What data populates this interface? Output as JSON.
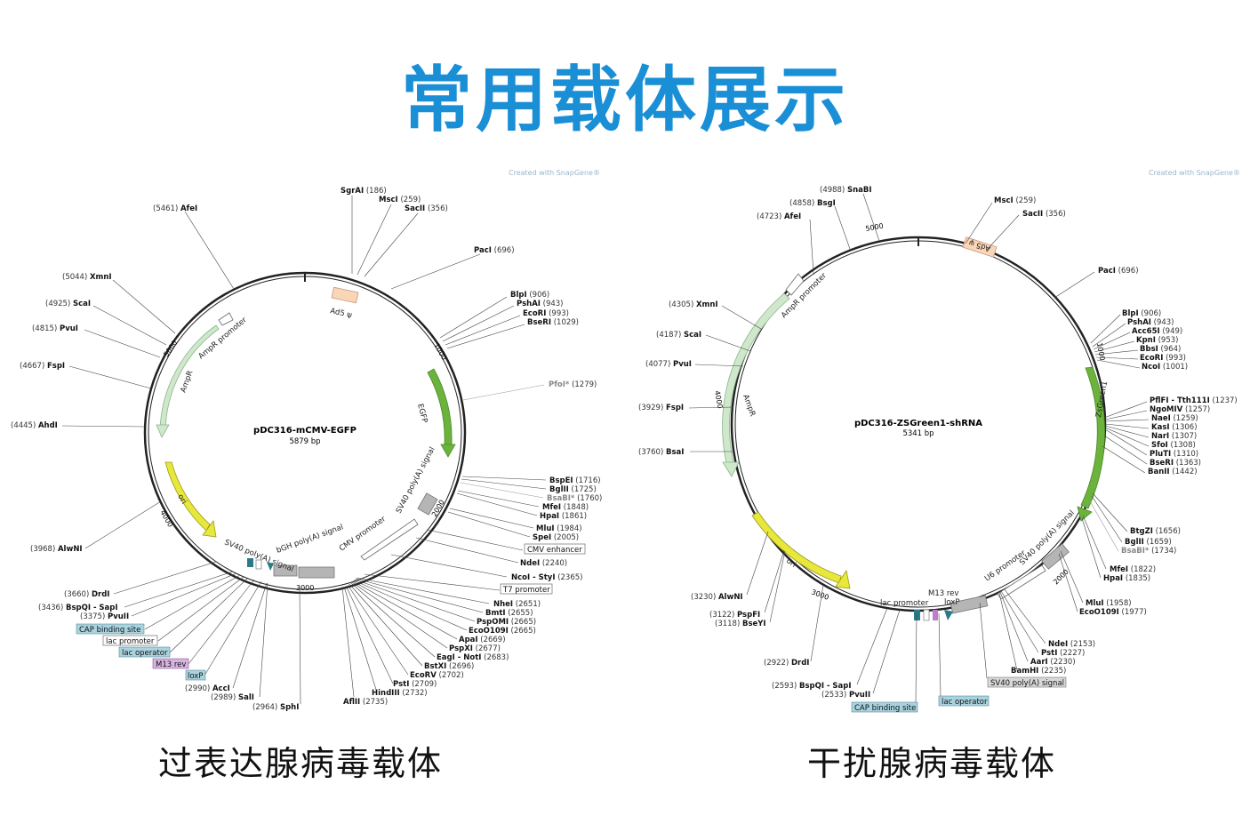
{
  "title": "常用载体展示",
  "watermark": "Created with SnapGene®",
  "maps": [
    {
      "caption": "过表达腺病毒载体",
      "name": "pDC316-mCMV-EGFP",
      "size": "5879 bp",
      "ticks": [
        "5000",
        "1000",
        "2000",
        "3000",
        "4000"
      ],
      "features": [
        "AmpR promoter",
        "AmpR",
        "ori",
        "Ad5 ψ",
        "EGFP",
        "SV40 poly(A) signal",
        "CMV promoter",
        "bGH poly(A) signal",
        "SV40 poly(A) signal"
      ],
      "sites_right": [
        {
          "n": "SgrAI",
          "p": "(186)"
        },
        {
          "n": "MscI",
          "p": "(259)"
        },
        {
          "n": "SacII",
          "p": "(356)"
        },
        {
          "n": "PacI",
          "p": "(696)"
        },
        {
          "n": "BlpI",
          "p": "(906)"
        },
        {
          "n": "PshAI",
          "p": "(943)"
        },
        {
          "n": "EcoRI",
          "p": "(993)"
        },
        {
          "n": "BseRI",
          "p": "(1029)"
        },
        {
          "n": "PfoI*",
          "p": "(1279)"
        },
        {
          "n": "BspEI",
          "p": "(1716)"
        },
        {
          "n": "BglII",
          "p": "(1725)"
        },
        {
          "n": "BsaBI*",
          "p": "(1760)"
        },
        {
          "n": "MfeI",
          "p": "(1848)"
        },
        {
          "n": "HpaI",
          "p": "(1861)"
        },
        {
          "n": "MluI",
          "p": "(1984)"
        },
        {
          "n": "SpeI",
          "p": "(2005)"
        },
        {
          "n": "CMV enhancer",
          "p": ""
        },
        {
          "n": "NdeI",
          "p": "(2240)"
        },
        {
          "n": "NcoI - StyI",
          "p": "(2365)"
        },
        {
          "n": "T7 promoter",
          "p": ""
        },
        {
          "n": "NheI",
          "p": "(2651)"
        },
        {
          "n": "BmtI",
          "p": "(2655)"
        },
        {
          "n": "PspOMI",
          "p": "(2665)"
        },
        {
          "n": "EcoO109I",
          "p": "(2665)"
        },
        {
          "n": "ApaI",
          "p": "(2669)"
        },
        {
          "n": "PspXI",
          "p": "(2677)"
        },
        {
          "n": "EagI - NotI",
          "p": "(2683)"
        },
        {
          "n": "BstXI",
          "p": "(2696)"
        },
        {
          "n": "EcoRV",
          "p": "(2702)"
        },
        {
          "n": "PstI",
          "p": "(2709)"
        },
        {
          "n": "HindIII",
          "p": "(2732)"
        },
        {
          "n": "AflII",
          "p": "(2735)"
        }
      ],
      "sites_left": [
        {
          "n": "AfeI",
          "p": "(5461)"
        },
        {
          "n": "XmnI",
          "p": "(5044)"
        },
        {
          "n": "ScaI",
          "p": "(4925)"
        },
        {
          "n": "PvuI",
          "p": "(4815)"
        },
        {
          "n": "FspI",
          "p": "(4667)"
        },
        {
          "n": "AhdI",
          "p": "(4445)"
        },
        {
          "n": "AlwNI",
          "p": "(3968)"
        },
        {
          "n": "DrdI",
          "p": "(3660)"
        },
        {
          "n": "BspQI - SapI",
          "p": "(3436)"
        },
        {
          "n": "PvuII",
          "p": "(3375)"
        },
        {
          "n": "CAP binding site",
          "p": ""
        },
        {
          "n": "lac promoter",
          "p": ""
        },
        {
          "n": "lac operator",
          "p": ""
        },
        {
          "n": "M13 rev",
          "p": ""
        },
        {
          "n": "loxP",
          "p": ""
        },
        {
          "n": "AccI",
          "p": "(2990)"
        },
        {
          "n": "SalI",
          "p": "(2989)"
        },
        {
          "n": "SphI",
          "p": "(2964)"
        }
      ]
    },
    {
      "caption": "干扰腺病毒载体",
      "name": "pDC316-ZSGreen1-shRNA",
      "size": "5341 bp",
      "ticks": [
        "5000",
        "1000",
        "2000",
        "3000",
        "4000"
      ],
      "features": [
        "AmpR promoter",
        "AmpR",
        "ori",
        "Ad5 ψ",
        "ZsGreen1",
        "SV40 poly(A) signal",
        "U6 promoter",
        "lac promoter",
        "M13 rev",
        "loxP"
      ],
      "sites_right": [
        {
          "n": "SnaBI",
          "p": "(4988)"
        },
        {
          "n": "BsgI",
          "p": "(4858)"
        },
        {
          "n": "MscI",
          "p": "(259)"
        },
        {
          "n": "SacII",
          "p": "(356)"
        },
        {
          "n": "PacI",
          "p": "(696)"
        },
        {
          "n": "BlpI",
          "p": "(906)"
        },
        {
          "n": "PshAI",
          "p": "(943)"
        },
        {
          "n": "Acc65I",
          "p": "(949)"
        },
        {
          "n": "KpnI",
          "p": "(953)"
        },
        {
          "n": "BbsI",
          "p": "(964)"
        },
        {
          "n": "EcoRI",
          "p": "(993)"
        },
        {
          "n": "NcoI",
          "p": "(1001)"
        },
        {
          "n": "PflFI - Tth111I",
          "p": "(1237)"
        },
        {
          "n": "NgoMIV",
          "p": "(1257)"
        },
        {
          "n": "NaeI",
          "p": "(1259)"
        },
        {
          "n": "KasI",
          "p": "(1306)"
        },
        {
          "n": "NarI",
          "p": "(1307)"
        },
        {
          "n": "SfoI",
          "p": "(1308)"
        },
        {
          "n": "PluTI",
          "p": "(1310)"
        },
        {
          "n": "BseRI",
          "p": "(1363)"
        },
        {
          "n": "BanII",
          "p": "(1442)"
        },
        {
          "n": "BtgZI",
          "p": "(1656)"
        },
        {
          "n": "BglII",
          "p": "(1659)"
        },
        {
          "n": "BsaBI*",
          "p": "(1734)"
        },
        {
          "n": "MfeI",
          "p": "(1822)"
        },
        {
          "n": "HpaI",
          "p": "(1835)"
        },
        {
          "n": "MluI",
          "p": "(1958)"
        },
        {
          "n": "EcoO109I",
          "p": "(1977)"
        },
        {
          "n": "NdeI",
          "p": "(2153)"
        },
        {
          "n": "PstI",
          "p": "(2227)"
        },
        {
          "n": "AarI",
          "p": "(2230)"
        },
        {
          "n": "BamHI",
          "p": "(2235)"
        },
        {
          "n": "SV40 poly(A) signal",
          "p": ""
        }
      ],
      "sites_left": [
        {
          "n": "AfeI",
          "p": "(4723)"
        },
        {
          "n": "XmnI",
          "p": "(4305)"
        },
        {
          "n": "ScaI",
          "p": "(4187)"
        },
        {
          "n": "PvuI",
          "p": "(4077)"
        },
        {
          "n": "FspI",
          "p": "(3929)"
        },
        {
          "n": "BsaI",
          "p": "(3760)"
        },
        {
          "n": "AlwNI",
          "p": "(3230)"
        },
        {
          "n": "PspFI",
          "p": "(3122)"
        },
        {
          "n": "BseYI",
          "p": "(3118)"
        },
        {
          "n": "DrdI",
          "p": "(2922)"
        },
        {
          "n": "BspQI - SapI",
          "p": "(2593)"
        },
        {
          "n": "PvuII",
          "p": "(2533)"
        },
        {
          "n": "CAP binding site",
          "p": ""
        },
        {
          "n": "lac operator",
          "p": ""
        }
      ]
    }
  ]
}
